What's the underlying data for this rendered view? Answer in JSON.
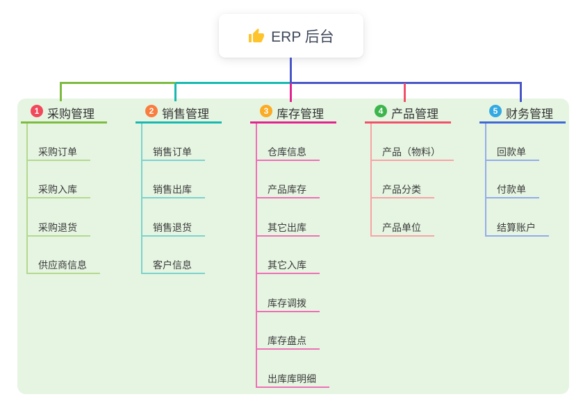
{
  "root": {
    "label": "ERP 后台",
    "icon": "thumbs-up-icon",
    "icon_color": "#fdc42c"
  },
  "colors": {
    "page_bg": "#ffffff",
    "container_bg": "#e6f5e2",
    "root_connector": "#4756c7",
    "root_text": "#3f4859",
    "node_text": "#3b3b3b"
  },
  "branches": [
    {
      "index": "1",
      "label": "采购管理",
      "badge_color": "#f1495c",
      "line_color": "#7cbb40",
      "child_line_color": "#b3d98f",
      "children": [
        "采购订单",
        "采购入库",
        "采购退货",
        "供应商信息"
      ]
    },
    {
      "index": "2",
      "label": "销售管理",
      "badge_color": "#f87d3e",
      "line_color": "#16b8b0",
      "child_line_color": "#7bd2cc",
      "children": [
        "销售订单",
        "销售出库",
        "销售退货",
        "客户信息"
      ]
    },
    {
      "index": "3",
      "label": "库存管理",
      "badge_color": "#fbab24",
      "line_color": "#e2238f",
      "child_line_color": "#ef6eb6",
      "children": [
        "仓库信息",
        "产品库存",
        "其它出库",
        "其它入库",
        "库存调拨",
        "库存盘点",
        "出库库明细"
      ]
    },
    {
      "index": "4",
      "label": "产品管理",
      "badge_color": "#3db54d",
      "line_color": "#f1506a",
      "child_line_color": "#f8a2a6",
      "children": [
        "产品（物料）",
        "产品分类",
        "产品单位"
      ]
    },
    {
      "index": "5",
      "label": "财务管理",
      "badge_color": "#33a9e3",
      "line_color": "#3e68d5",
      "child_line_color": "#92abe8",
      "children": [
        "回款单",
        "付款单",
        "结算账户"
      ]
    }
  ]
}
